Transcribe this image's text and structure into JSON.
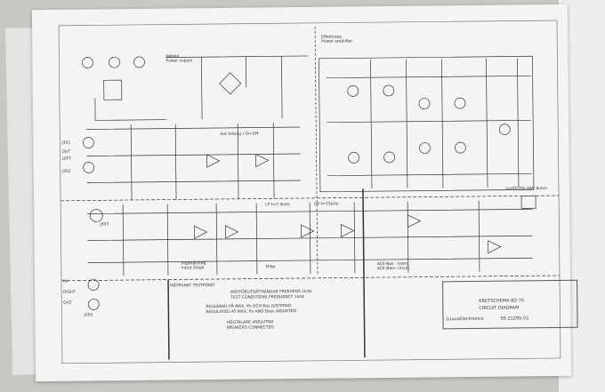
{
  "sections": {
    "power_supply": {
      "sv": "Nätdel",
      "en": "Power supply"
    },
    "power_amp": {
      "sv": "Effektsteg",
      "en": "Power amplifier"
    },
    "input_stage": {
      "sv": "Ingångssteg",
      "en": "Input stage"
    },
    "filter": "Filter",
    "ace_bass": {
      "sv": "ACE-Bas - krets",
      "en": "ACE-Bass circuit"
    },
    "mute": "Aut tillslag / On-Off"
  },
  "io": {
    "out": "OUT",
    "left": "LEFT",
    "in": "IN",
    "right": "RIGHT",
    "out2": "OUT",
    "j1": "J301",
    "j2": "J302",
    "j3": "J303",
    "j4": "J305"
  },
  "notes": {
    "testpoint": "MÄTPUNKT TESTPOINT",
    "conditions": "MÄTFÖRUTSÄTTNINGAR FREKVENS 1kHz",
    "conditions_en": "TEST CONDITIONS FREQUENCY 1kHz",
    "adj1": "REGLERAD PÅ MAX. Po OCH Bas JUSTERAD",
    "adj2": "REGULATED AT MAX. Po AND Bass ADJUSTED",
    "spk1": "HÖGTALARE ANSLUTNA",
    "spk2": "SPEAKERS CONNECTED",
    "speaker": "2xHÖGTALARE 8ohm",
    "lp": "LP f=7.5kHz",
    "hp": "HP f=75kHz"
  },
  "title_block": {
    "title_sv": "KRETSCHEMA B2-70",
    "title_en": "CIRCUIT DIAGRAM",
    "brand": "LuxusElectronics",
    "number": "SS 21295-01"
  }
}
